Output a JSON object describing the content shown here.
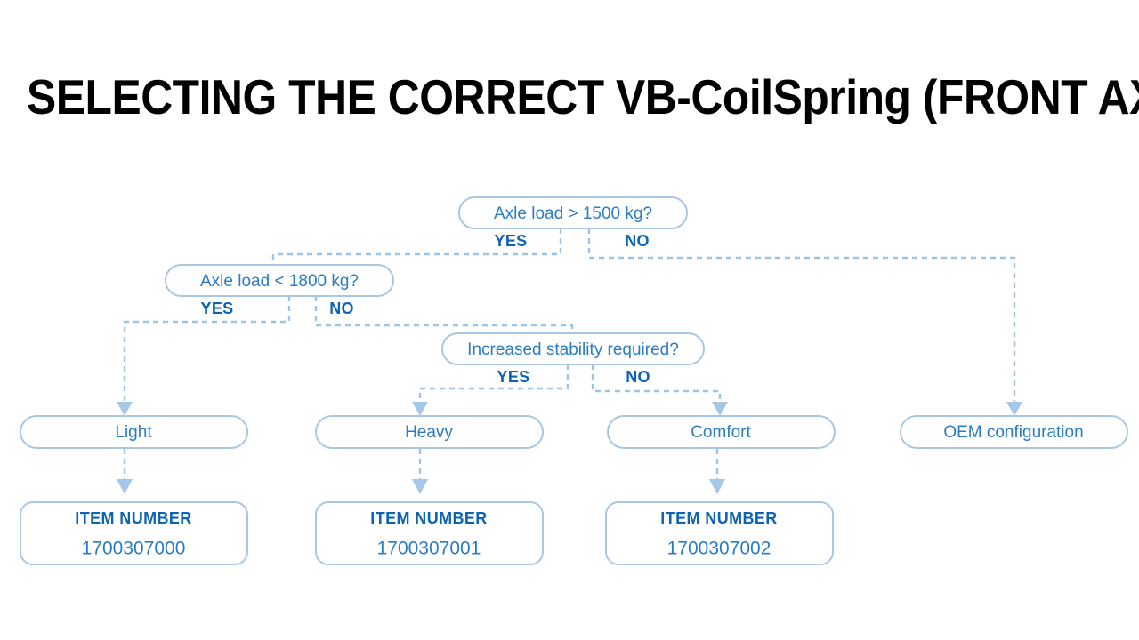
{
  "page": {
    "title": "SELECTING THE CORRECT VB-CoilSpring (FRONT AXLE)",
    "background_color": "#ffffff"
  },
  "colors": {
    "title_text": "#000000",
    "node_border": "#a9c7e4",
    "node_text": "#2b7cc4",
    "branch_label": "#0d63b4",
    "item_title": "#0d63b4",
    "item_number": "#2b7cc4",
    "connector": "#9ec4e4",
    "arrow_head": "#a4c8e6"
  },
  "chart_data": {
    "type": "diagram",
    "diagram_kind": "decision-flowchart",
    "title": "SELECTING THE CORRECT VB-CoilSpring (FRONT AXLE)",
    "nodes": [
      {
        "id": "q1",
        "kind": "decision",
        "label": "Axle load > 1500 kg?"
      },
      {
        "id": "q2",
        "kind": "decision",
        "label": "Axle load < 1800 kg?"
      },
      {
        "id": "q3",
        "kind": "decision",
        "label": "Increased stability required?"
      },
      {
        "id": "r1",
        "kind": "result",
        "label": "Light"
      },
      {
        "id": "r2",
        "kind": "result",
        "label": "Heavy"
      },
      {
        "id": "r3",
        "kind": "result",
        "label": "Comfort"
      },
      {
        "id": "r4",
        "kind": "result",
        "label": "OEM configuration"
      },
      {
        "id": "i1",
        "kind": "item",
        "title": "ITEM NUMBER",
        "number": "1700307000"
      },
      {
        "id": "i2",
        "kind": "item",
        "title": "ITEM NUMBER",
        "number": "1700307001"
      },
      {
        "id": "i3",
        "kind": "item",
        "title": "ITEM NUMBER",
        "number": "1700307002"
      }
    ],
    "edges": [
      {
        "from": "q1",
        "to": "q2",
        "label": "YES"
      },
      {
        "from": "q1",
        "to": "r4",
        "label": "NO"
      },
      {
        "from": "q2",
        "to": "r1",
        "label": "YES"
      },
      {
        "from": "q2",
        "to": "q3",
        "label": "NO"
      },
      {
        "from": "q3",
        "to": "r2",
        "label": "YES"
      },
      {
        "from": "q3",
        "to": "r3",
        "label": "NO"
      },
      {
        "from": "r1",
        "to": "i1",
        "label": ""
      },
      {
        "from": "r2",
        "to": "i2",
        "label": ""
      },
      {
        "from": "r3",
        "to": "i3",
        "label": ""
      }
    ]
  },
  "nodes": {
    "q1": {
      "label": "Axle load > 1500 kg?",
      "yes": "YES",
      "no": "NO"
    },
    "q2": {
      "label": "Axle load < 1800 kg?",
      "yes": "YES",
      "no": "NO"
    },
    "q3": {
      "label": "Increased stability required?",
      "yes": "YES",
      "no": "NO"
    },
    "r1": {
      "label": "Light"
    },
    "r2": {
      "label": "Heavy"
    },
    "r3": {
      "label": "Comfort"
    },
    "r4": {
      "label": "OEM configuration"
    },
    "i1": {
      "title": "ITEM NUMBER",
      "number": "1700307000"
    },
    "i2": {
      "title": "ITEM NUMBER",
      "number": "1700307001"
    },
    "i3": {
      "title": "ITEM NUMBER",
      "number": "1700307002"
    }
  }
}
